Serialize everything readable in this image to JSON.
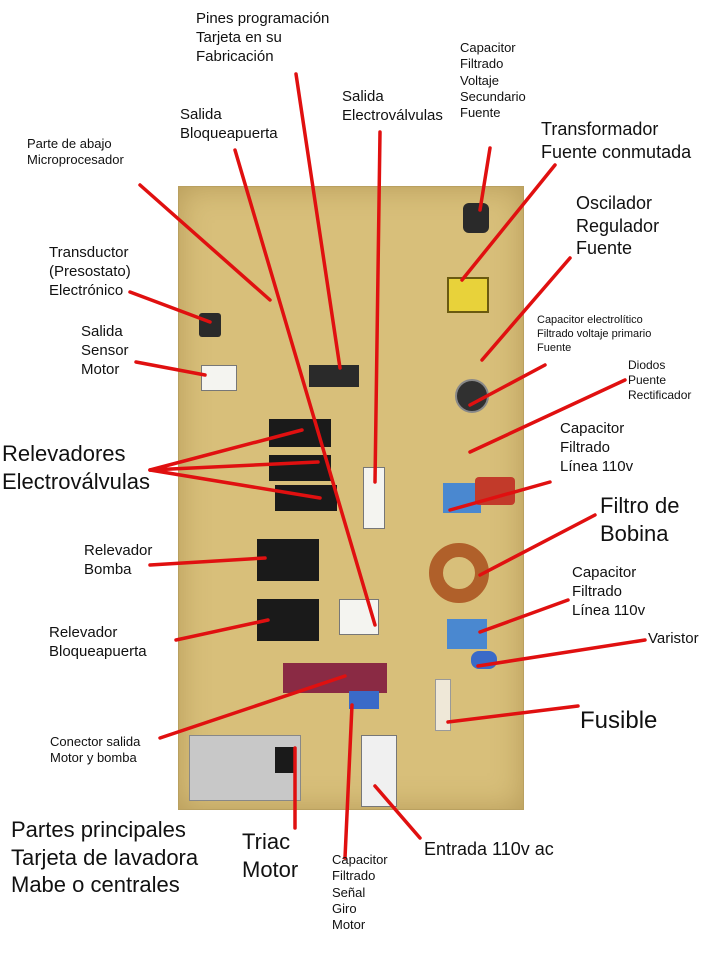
{
  "labels": {
    "pines": "Pines programación\nTarjeta en su\nFabricación",
    "salida_bloqueapuerta": "Salida\nBloqueapuerta",
    "salida_electrovalvulas": "Salida\nElectroválvulas",
    "cap_secundario": "Capacitor\nFiltrado\nVoltaje\nSecundario\nFuente",
    "transformador": "Transformador\nFuente conmutada",
    "microprocesador": "Parte de abajo\nMicroprocesador",
    "oscilador": "Oscilador\nRegulador\nFuente",
    "transductor": "Transductor\n(Presostato)\nElectrónico",
    "cap_electrolitico": "Capacitor electrolítico\nFiltrado voltaje primario\nFuente",
    "sensor_motor": "Salida\nSensor\nMotor",
    "diodos": "Diodos\nPuente\nRectificador",
    "relevadores": "Relevadores\nElectroválvulas",
    "cap_linea_1": "Capacitor\nFiltrado\nLínea 110v",
    "filtro_bobina": "Filtro de\nBobina",
    "relevador_bomba": "Relevador\nBomba",
    "cap_linea_2": "Capacitor\nFiltrado\nLínea 110v",
    "relevador_bloqueapuerta": "Relevador\nBloqueapuerta",
    "varistor": "Varistor",
    "fusible": "Fusible",
    "conector_motor": "Conector salida\nMotor y bomba",
    "partes_principales": "Partes principales\nTarjeta de lavadora\nMabe o centrales",
    "triac": "Triac\nMotor",
    "cap_giro": "Capacitor\nFiltrado\nSeñal\nGiro\nMotor",
    "entrada": "Entrada 110v ac"
  },
  "colors": {
    "leader_line": "#e01010",
    "board": "#d8bf7a",
    "relay_black": "#1a1a1a",
    "relay_blue": "#2b4aa8",
    "capacitor_blue": "#4a88d0",
    "connector_pink": "#8a2a44"
  }
}
